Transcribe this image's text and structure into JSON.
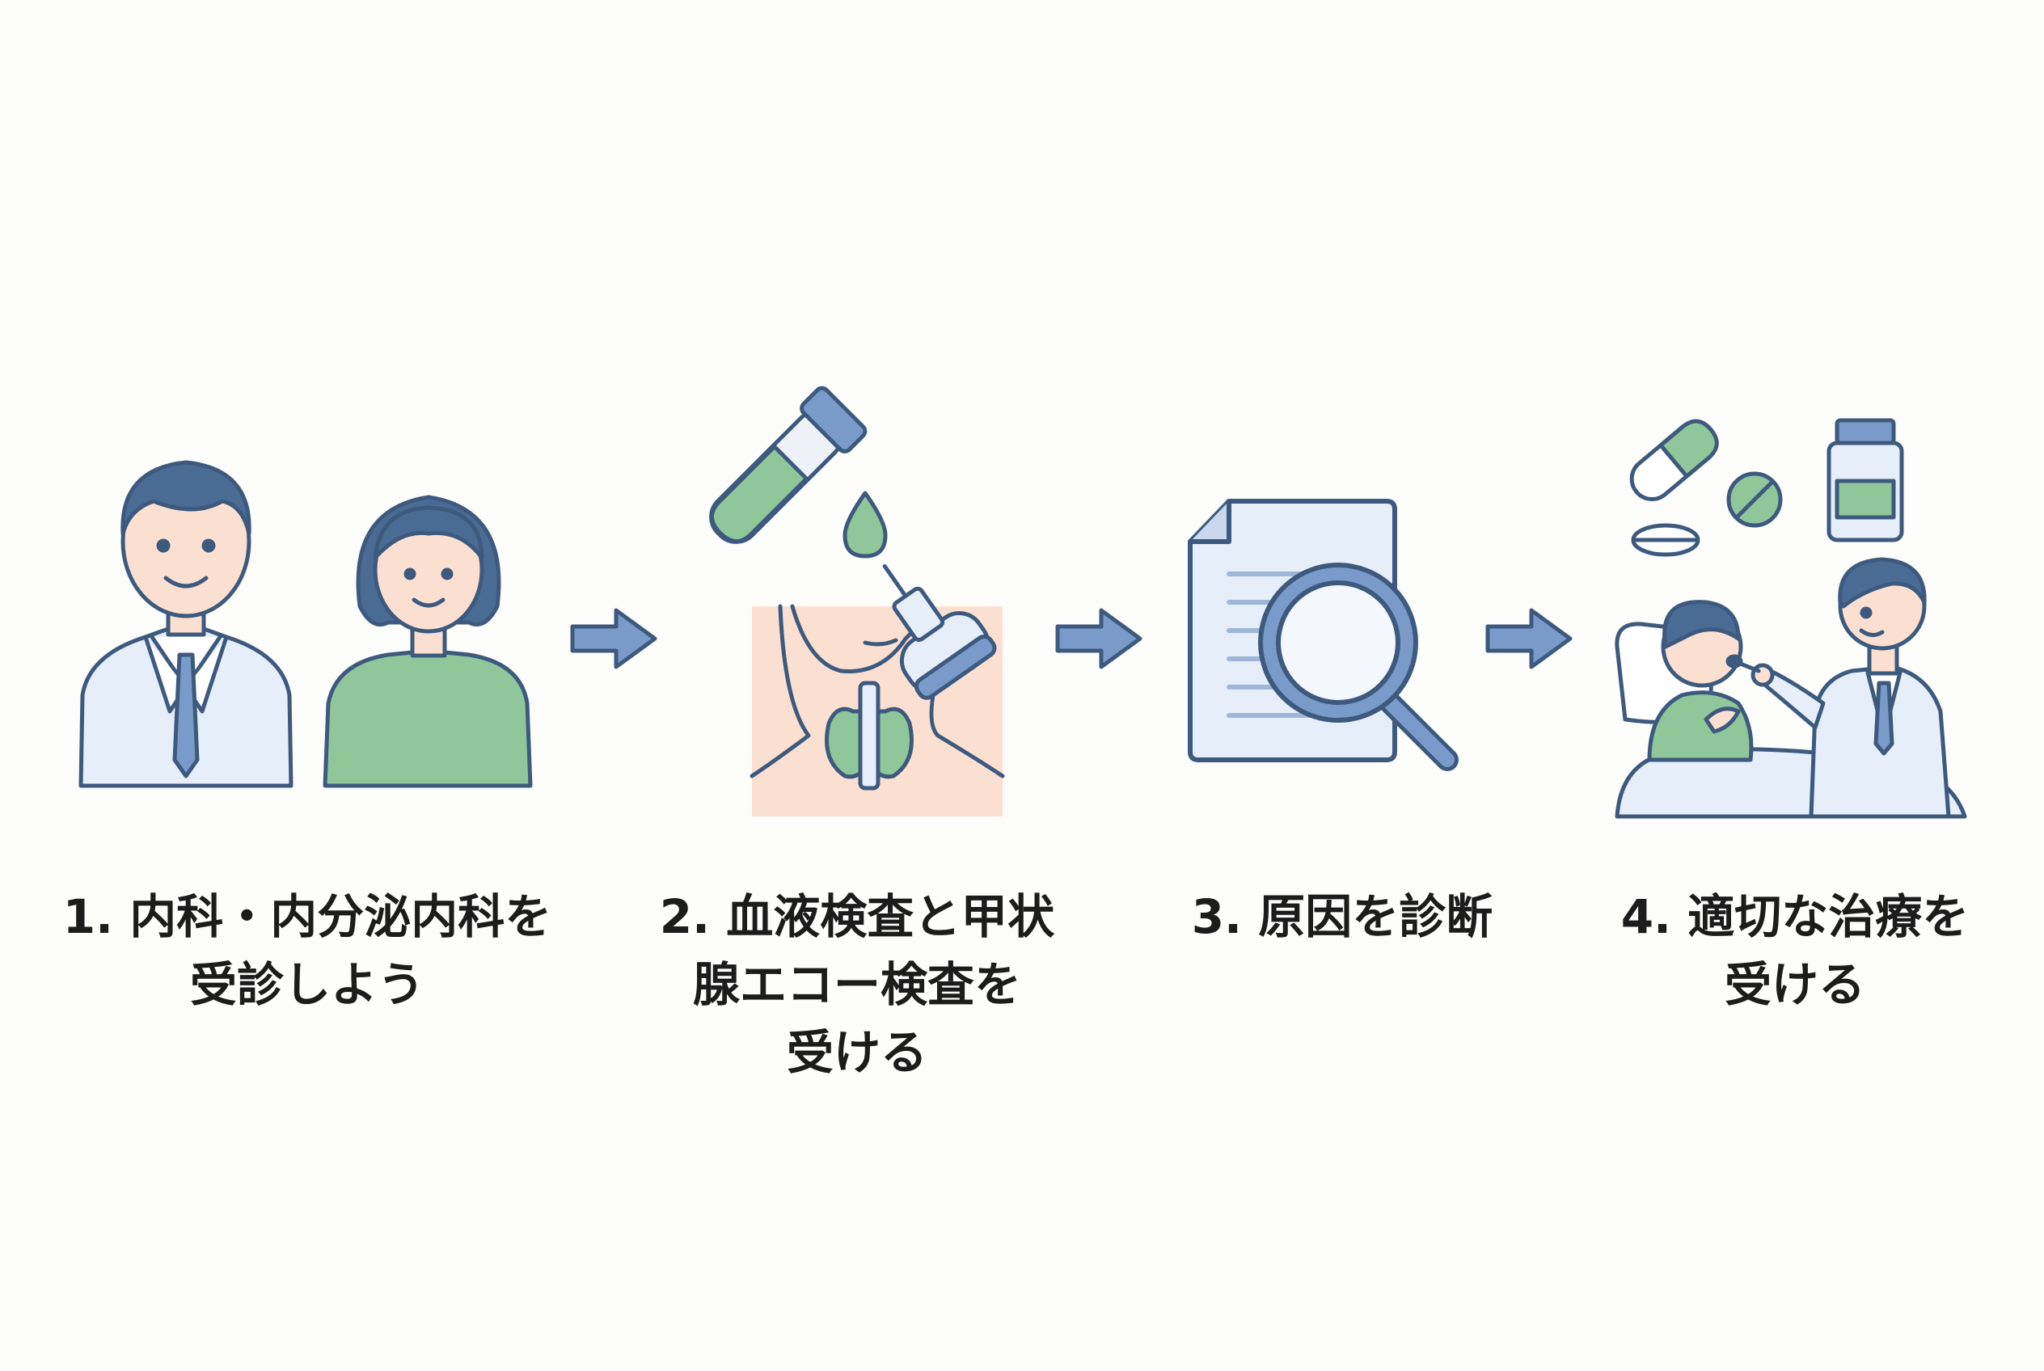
{
  "steps": [
    {
      "lines": [
        "1. 内科・内分泌内科を",
        "受診しよう"
      ],
      "illustration": "doctor-and-patient-icon"
    },
    {
      "lines": [
        "2. 血液検査と甲状",
        "腺エコー検査を",
        "受ける"
      ],
      "illustration": "blood-test-ultrasound-icon"
    },
    {
      "lines": [
        "3. 原因を診断"
      ],
      "illustration": "document-magnifier-icon"
    },
    {
      "lines": [
        "4. 適切な治療を",
        "受ける"
      ],
      "illustration": "treatment-icon"
    }
  ],
  "arrows": [
    "arrow-right-icon",
    "arrow-right-icon",
    "arrow-right-icon"
  ],
  "colors": {
    "outline": "#3d5a7e",
    "blue_fill": "#7a9bc9",
    "light_blue": "#e6eef9",
    "green": "#8fc79b",
    "skin": "#fbe0d2",
    "hair": "#4a6b94"
  }
}
